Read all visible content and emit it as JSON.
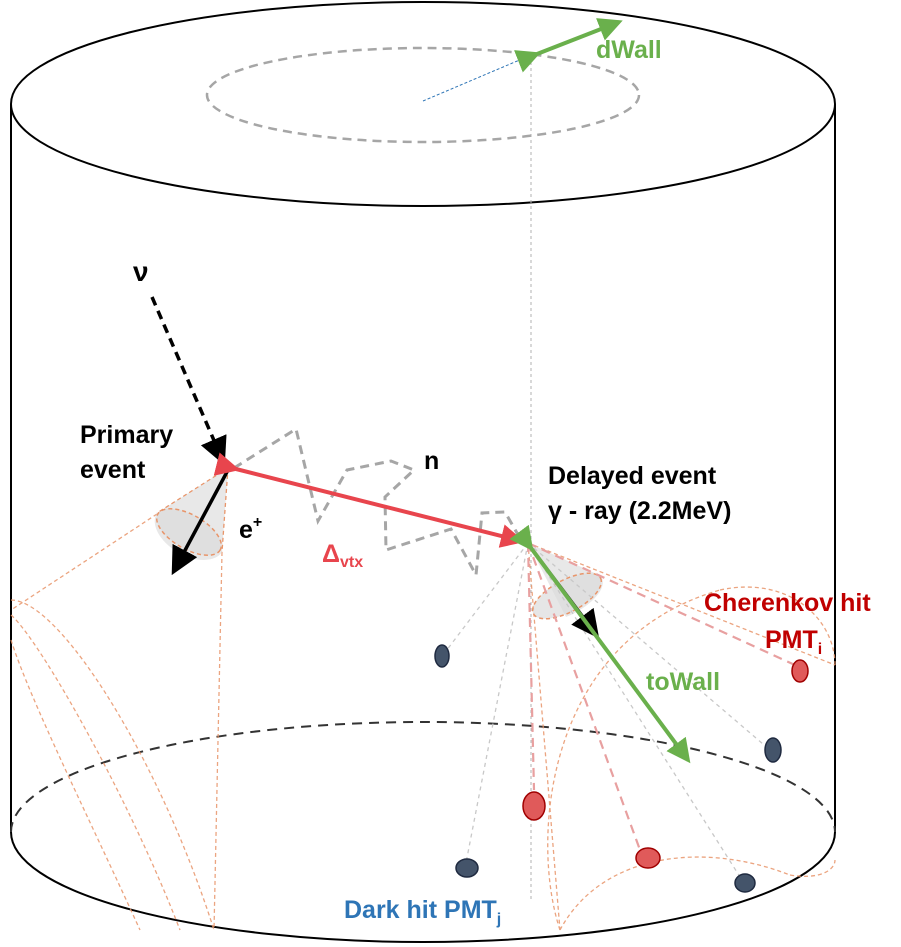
{
  "labels": {
    "dwall": "dWall",
    "nu": "ν",
    "primary_line1": "Primary",
    "primary_line2": "event",
    "positron": "e",
    "positron_sup": "+",
    "neutron": "n",
    "delta_main": "Δ",
    "delta_sub": "vtx",
    "delayed_line1": "Delayed event",
    "delayed_line2": "γ - ray (2.2MeV)",
    "cherenkov_line1": "Cherenkov hit",
    "cherenkov_pmt": "PMT",
    "cherenkov_sub": "i",
    "towall": "toWall",
    "dark_pmt": "Dark hit PMT",
    "dark_sub": "j"
  },
  "colors": {
    "black": "#000000",
    "green": "#6ab04c",
    "red": "#e8454d",
    "label_red": "#c00000",
    "label_blue": "#2e75b6",
    "cone_orange": "#e8956a",
    "gray_dash": "#a6a6a6",
    "pmt_blue": "#44546a",
    "pmt_red": "#e05a5a"
  }
}
